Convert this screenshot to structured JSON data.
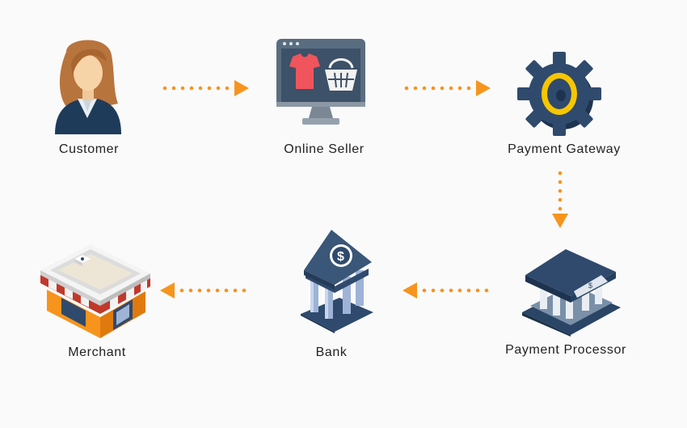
{
  "nodes": {
    "customer": {
      "label": "Customer",
      "icon": "customer-icon"
    },
    "online_seller": {
      "label": "Online Seller",
      "icon": "online-seller-monitor-icon"
    },
    "payment_gateway": {
      "label": "Payment Gateway",
      "icon": "gear-icon"
    },
    "payment_processor": {
      "label": "Payment Processor",
      "icon": "payment-processor-bank-icon"
    },
    "bank": {
      "label": "Bank",
      "icon": "bank-icon"
    },
    "merchant": {
      "label": "Merchant",
      "icon": "shop-icon"
    }
  },
  "colors": {
    "arrow": "#f7941d",
    "navy": "#2f4a6d",
    "gear_ring": "#f7c600"
  }
}
